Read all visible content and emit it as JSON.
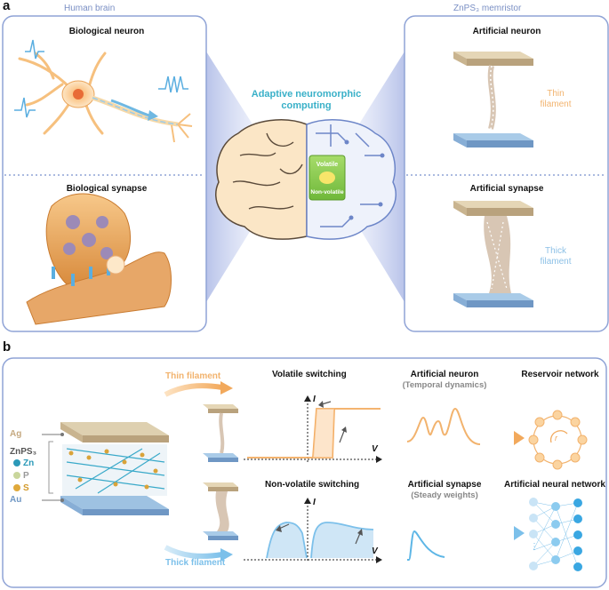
{
  "panel_a": {
    "letter": "a",
    "left_section_title": "Human brain",
    "right_section_title": "ZnPS₃ memristor",
    "bio_neuron": "Biological neuron",
    "bio_synapse": "Biological synapse",
    "art_neuron": "Artificial neuron",
    "art_synapse": "Artificial synapse",
    "thin_filament": [
      "Thin",
      "filament"
    ],
    "thick_filament": [
      "Thick",
      "filament"
    ],
    "center_title": [
      "Adaptive neuromorphic",
      "computing"
    ],
    "chip_top": "Volatile",
    "chip_bottom": "Non-volatile"
  },
  "panel_b": {
    "letter": "b",
    "thin_filament": "Thin filament",
    "thick_filament": "Thick filament",
    "ag": "Ag",
    "znps3": "ZnPS₃",
    "zn": "Zn",
    "p": "P",
    "s": "S",
    "au": "Au",
    "volatile_switching": "Volatile switching",
    "nonvolatile_switching": "Non-volatile switching",
    "axis_i": "I",
    "axis_v": "V",
    "art_neuron": "Artificial neuron",
    "art_neuron_sub": "(Temporal dynamics)",
    "art_synapse": "Artificial synapse",
    "art_synapse_sub": "(Steady weights)",
    "reservoir": "Reservoir network",
    "reservoir_r": "r",
    "ann": "Artificial neural network",
    "ann_dots": "⋮"
  },
  "colors": {
    "frame": "#8fa3d6",
    "ag": "#cdb894",
    "au": "#7fa6cc",
    "orange": "#f2b36e",
    "blue": "#8cc8ea",
    "chip": "#8ccf4e"
  }
}
